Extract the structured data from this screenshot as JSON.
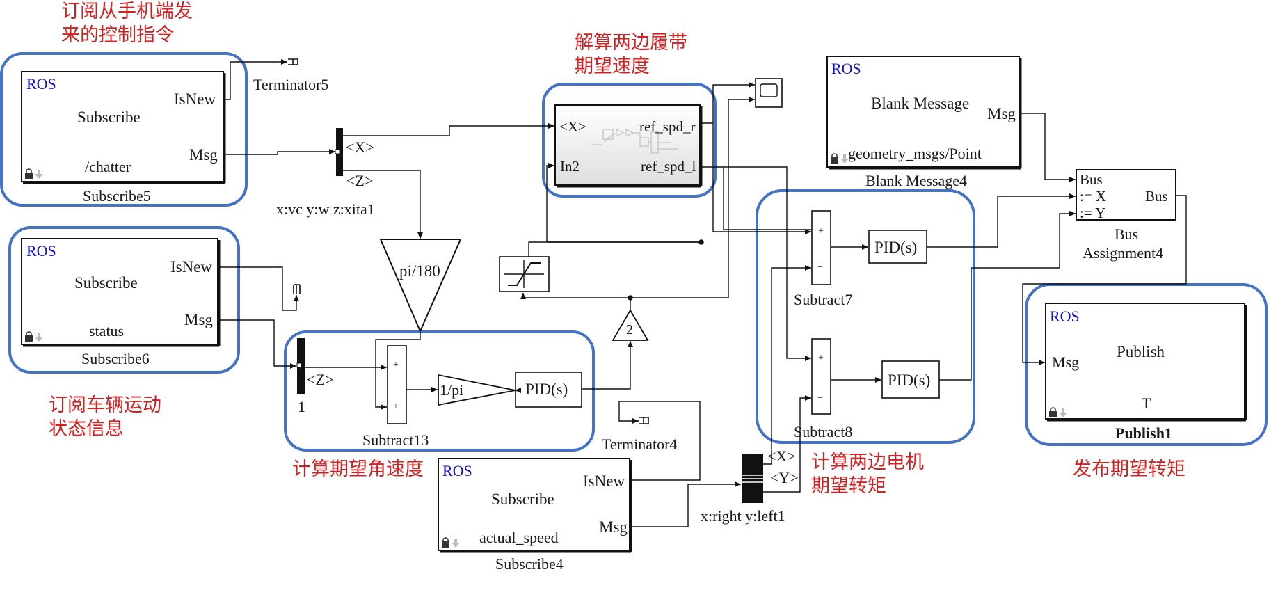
{
  "annotations": {
    "subscribe_cmd": "订阅从手机端发\n来的控制指令",
    "track_speed": "解算两边履带\n期望速度",
    "vehicle_state": "订阅车辆运动\n状态信息",
    "angular_speed": "计算期望角速度",
    "motor_torque": "计算两边电机\n期望转矩",
    "publish_torque": "发布期望转矩"
  },
  "blocks": {
    "subscribe5": {
      "ros": "ROS",
      "title": "Subscribe",
      "topic": "/chatter",
      "port_isnew": "IsNew",
      "port_msg": "Msg",
      "name": "Subscribe5"
    },
    "subscribe6": {
      "ros": "ROS",
      "title": "Subscribe",
      "topic": "status",
      "port_isnew": "IsNew",
      "port_msg": "Msg",
      "name": "Subscribe6"
    },
    "subscribe4": {
      "ros": "ROS",
      "title": "Subscribe",
      "topic": "actual_speed",
      "port_isnew": "IsNew",
      "port_msg": "Msg",
      "name": "Subscribe4"
    },
    "blank_message4": {
      "ros": "ROS",
      "title": "Blank Message",
      "type": "geometry_msgs/Point",
      "port_msg": "Msg",
      "name": "Blank Message4"
    },
    "publish1": {
      "ros": "ROS",
      "title": "Publish",
      "topic": "T",
      "port_msg": "Msg",
      "name": "Publish1"
    },
    "terminator5": {
      "name": "Terminator5"
    },
    "terminator4": {
      "name": "Terminator4"
    },
    "bus_selector_1": {
      "out1": "<X>",
      "out2": "<Z>",
      "caption": "x:vc   y:w  z:xita1"
    },
    "bus_selector_2": {
      "out1": "<Z>",
      "caption": "1"
    },
    "bus_selector_3": {
      "out1": "<X>",
      "out2": "<Y>",
      "caption": "x:right  y:left1"
    },
    "subsystem": {
      "in1": "<X>",
      "in2": "In2",
      "out1": "ref_spd_r",
      "out2": "ref_spd_l"
    },
    "gain_pi180": {
      "label": "pi/180"
    },
    "gain_1pi": {
      "label": "1/pi"
    },
    "gain_2": {
      "label": "2"
    },
    "pid_angle": {
      "label": "PID(s)"
    },
    "pid_7": {
      "label": "PID(s)"
    },
    "pid_8": {
      "label": "PID(s)"
    },
    "subtract13": {
      "name": "Subtract13",
      "sign1": "+",
      "sign2": "+"
    },
    "subtract7": {
      "name": "Subtract7",
      "sign1": "+",
      "sign2": "−"
    },
    "subtract8": {
      "name": "Subtract8",
      "sign1": "+",
      "sign2": "−"
    },
    "bus_assignment4": {
      "in1": "Bus",
      "in2": ":= X",
      "in3": ":= Y",
      "out": "Bus",
      "name_line1": "Bus",
      "name_line2": "Assignment4"
    }
  }
}
